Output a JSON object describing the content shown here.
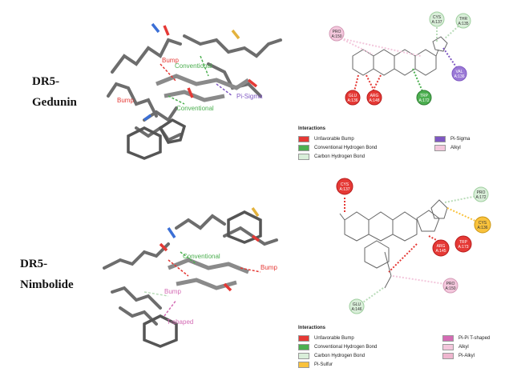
{
  "panels": {
    "top": {
      "label_line1": "DR5-",
      "label_line2": "Gedunin",
      "overlay_3d_labels": [
        "Bump",
        "Conventional",
        "Bump",
        "Conventional",
        "Pi-Sigma"
      ],
      "residues": [
        {
          "name": "PRO",
          "num": "A:150"
        },
        {
          "name": "CYS",
          "num": "A:137"
        },
        {
          "name": "THR",
          "num": "A:135"
        },
        {
          "name": "VAL",
          "num": "A:136"
        },
        {
          "name": "GLU",
          "num": "A:136"
        },
        {
          "name": "ARG",
          "num": "A:148"
        },
        {
          "name": "TRP",
          "num": "A:172"
        }
      ],
      "legend": {
        "title": "Interactions",
        "items": [
          {
            "label": "Unfavorable Bump",
            "color": "#e53935"
          },
          {
            "label": "Conventional Hydrogen Bond",
            "color": "#4caf50"
          },
          {
            "label": "Carbon Hydrogen Bond",
            "color": "#d9eed9"
          },
          {
            "label": "Pi-Sigma",
            "color": "#7e57c2"
          },
          {
            "label": "Alkyl",
            "color": "#f3c7dc"
          }
        ]
      }
    },
    "bottom": {
      "label_line1": "DR5-",
      "label_line2": "Nimbolide",
      "overlay_3d_labels": [
        "Conventional",
        "Bump",
        "Bump",
        "T-shaped"
      ],
      "residues": [
        {
          "name": "CYS",
          "num": "A:137"
        },
        {
          "name": "PRO",
          "num": "A:172"
        },
        {
          "name": "CYS",
          "num": "A:136"
        },
        {
          "name": "ARG",
          "num": "A:145"
        },
        {
          "name": "TRP",
          "num": "A:173"
        },
        {
          "name": "PRO",
          "num": "A:150"
        },
        {
          "name": "GLU",
          "num": "A:146"
        }
      ],
      "legend": {
        "title": "Interactions",
        "items": [
          {
            "label": "Unfavorable Bump",
            "color": "#e53935"
          },
          {
            "label": "Conventional Hydrogen Bond",
            "color": "#4caf50"
          },
          {
            "label": "Carbon Hydrogen Bond",
            "color": "#d9eed9"
          },
          {
            "label": "Pi-Sulfur",
            "color": "#f9c23c"
          },
          {
            "label": "Pi-Pi T-shaped",
            "color": "#d46bb4"
          },
          {
            "label": "Alkyl",
            "color": "#f3c7dc"
          },
          {
            "label": "Pi-Alkyl",
            "color": "#efb6cf"
          }
        ]
      }
    }
  },
  "colors": {
    "bump": "#e53935",
    "hbond": "#4caf50",
    "chbond": "#cfe8cf",
    "pisigma": "#7e57c2",
    "alkyl": "#f3c7dc",
    "pisulfur": "#f9c23c",
    "pipi": "#d46bb4",
    "stick": "#6d6d6d"
  }
}
